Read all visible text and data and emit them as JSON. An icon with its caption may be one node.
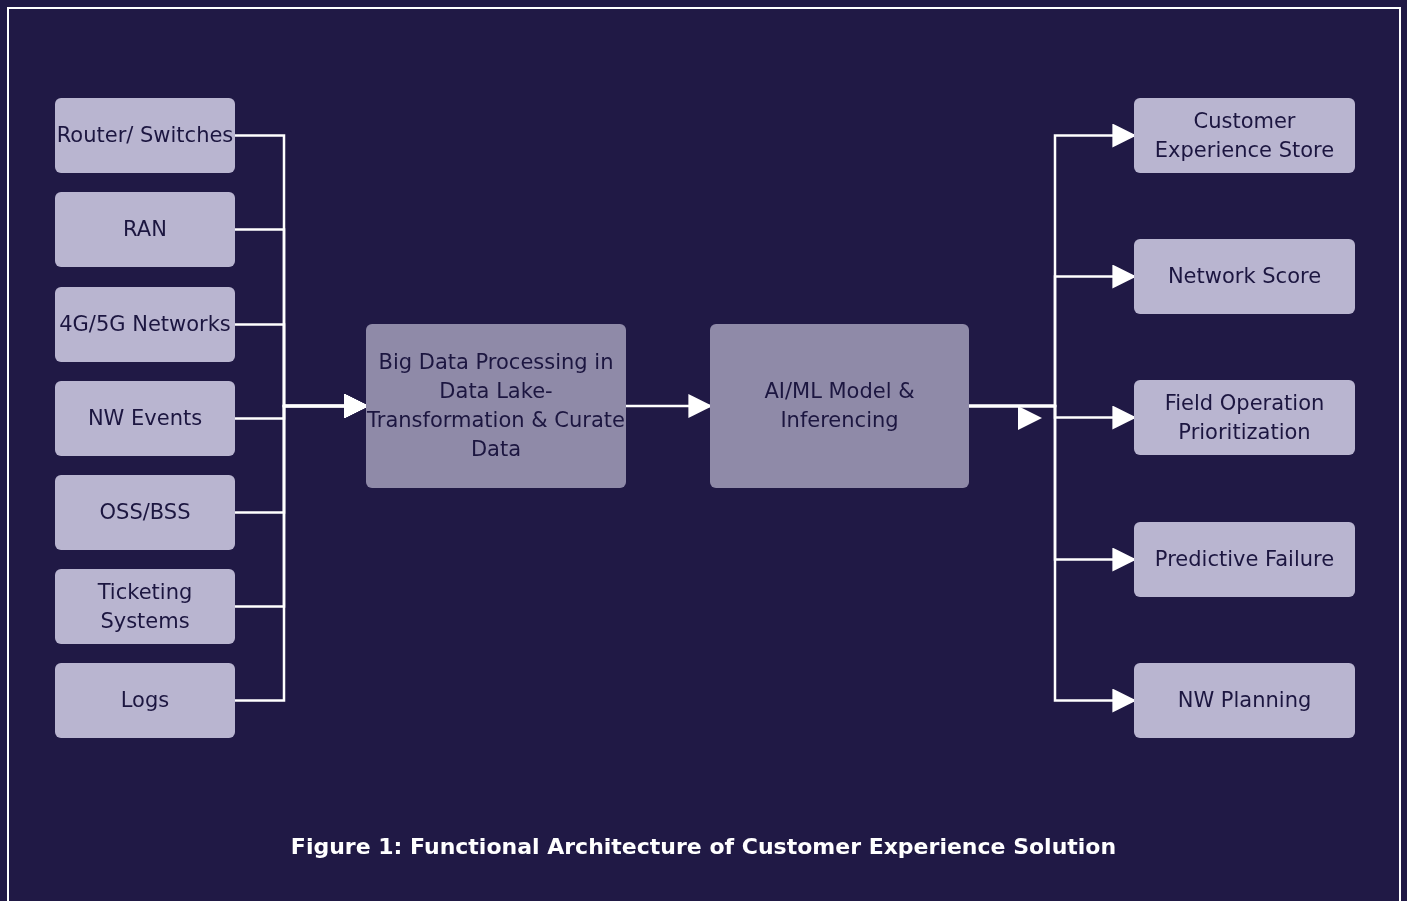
{
  "diagram": {
    "caption": "Figure 1: Functional Architecture of Customer Experience Solution",
    "nodes": [
      {
        "text": [
          "Router/ Switches"
        ]
      },
      {
        "text": [
          "RAN"
        ]
      },
      {
        "text": [
          "4G/5G Networks"
        ]
      },
      {
        "text": [
          "NW Events"
        ]
      },
      {
        "text": [
          "OSS/BSS"
        ]
      },
      {
        "text": [
          "Ticketing Systems"
        ]
      },
      {
        "text": [
          "Logs"
        ]
      },
      {
        "text": [
          "Big Data Processing in Data Lake- Transformation & Curate Data"
        ]
      },
      {
        "text": [
          "AI/ML Model & Inferencing"
        ]
      },
      {
        "text": [
          "Customer Experience Store"
        ]
      },
      {
        "text": [
          "Network Score"
        ]
      },
      {
        "text": [
          "Field Operation Prioritization"
        ]
      },
      {
        "text": [
          "Predictive Failure"
        ]
      },
      {
        "text": [
          "NW Planning"
        ]
      }
    ],
    "edges": [
      {
        "from": 0,
        "to": 7,
        "arrow": "to"
      },
      {
        "from": 1,
        "to": 7,
        "arrow": "to"
      },
      {
        "from": 2,
        "to": 7,
        "arrow": "to"
      },
      {
        "from": 3,
        "to": 7,
        "arrow": "to"
      },
      {
        "from": 4,
        "to": 7,
        "arrow": "to"
      },
      {
        "from": 5,
        "to": 7,
        "arrow": "to"
      },
      {
        "from": 6,
        "to": 7,
        "arrow": "to"
      },
      {
        "from": 7,
        "to": 8,
        "arrow": "to"
      },
      {
        "from": 8,
        "to": 9,
        "arrow": "to"
      },
      {
        "from": 8,
        "to": 10,
        "arrow": "to"
      },
      {
        "from": 8,
        "to": 11,
        "arrow": "to"
      },
      {
        "from": 8,
        "to": 12,
        "arrow": "to"
      },
      {
        "from": 8,
        "to": 13,
        "arrow": "to"
      }
    ]
  }
}
